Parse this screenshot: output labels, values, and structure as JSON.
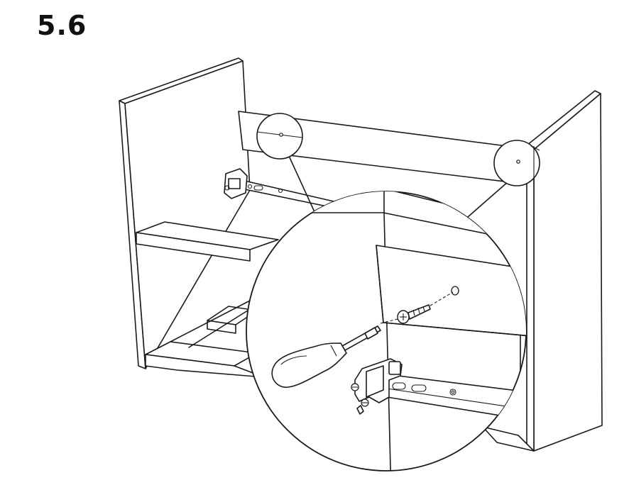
{
  "step": {
    "number": "5.6"
  },
  "colors": {
    "line": "#1a1a1a",
    "background": "#ffffff"
  },
  "icons": {
    "detail_callouts": [
      "upper-left-hole-callout",
      "upper-right-hole-callout"
    ],
    "magnified_view": "magnified-detail-circle",
    "tool": "screwdriver-icon",
    "fastener": "screw-icon",
    "hardware": [
      "drawer-runner-bracket",
      "drawer-runner-rail"
    ]
  }
}
